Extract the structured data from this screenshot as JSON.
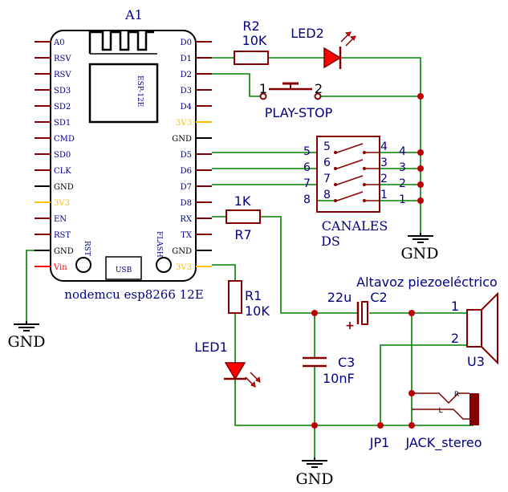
{
  "module": {
    "ref": "A1",
    "name": "nodemcu esp8266 12E",
    "chip": "ESP-12E",
    "usb": "USB",
    "rst_button": "RST",
    "flash_button": "FLASH",
    "left_pins": [
      "A0",
      "RSV",
      "RSV",
      "SD3",
      "SD2",
      "SD1",
      "CMD",
      "SD0",
      "CLK",
      "GND",
      "3V3",
      "EN",
      "RST",
      "GND",
      "Vin"
    ],
    "right_pins": [
      "D0",
      "D1",
      "D2",
      "D3",
      "D4",
      "3V3",
      "GND",
      "D5",
      "D6",
      "D7",
      "D8",
      "RX",
      "TX",
      "GND",
      "3V3"
    ]
  },
  "components": {
    "r2": {
      "ref": "R2",
      "value": "10K"
    },
    "led2": {
      "ref": "LED2"
    },
    "switch": {
      "ref": "PLAY-STOP",
      "pin1": "1",
      "pin2": "2"
    },
    "dip": {
      "ref": "CANALES",
      "value": "DS",
      "left_pins": [
        "5",
        "6",
        "7",
        "8"
      ],
      "right_pins": [
        "4",
        "3",
        "2",
        "1"
      ],
      "outer_left": [
        "5",
        "6",
        "7",
        "8"
      ],
      "outer_right": [
        "4",
        "3",
        "2",
        "1"
      ]
    },
    "r7": {
      "ref": "R7",
      "value": "1K"
    },
    "r1": {
      "ref": "R1",
      "value": "10K"
    },
    "led1": {
      "ref": "LED1"
    },
    "c2": {
      "ref": "C2",
      "value": "22u",
      "plus": "+"
    },
    "c3": {
      "ref": "C3",
      "value": "10nF"
    },
    "speaker": {
      "title": "Altavoz piezoeléctrico",
      "ref": "U3",
      "pin1": "1",
      "pin2": "2"
    },
    "jack": {
      "ref": "JP1",
      "value": "JACK_stereo",
      "r": "R",
      "l": "L"
    }
  },
  "gnd_labels": [
    "GND",
    "GND",
    "GND"
  ],
  "colors": {
    "wire": "#008000",
    "part": "#840000",
    "label": "#000084",
    "pin_gnd": "#000000",
    "pin_power": "#ffbf00",
    "pin_vin": "#ff0000",
    "led": "#ff0000",
    "junction": "#c00000"
  }
}
